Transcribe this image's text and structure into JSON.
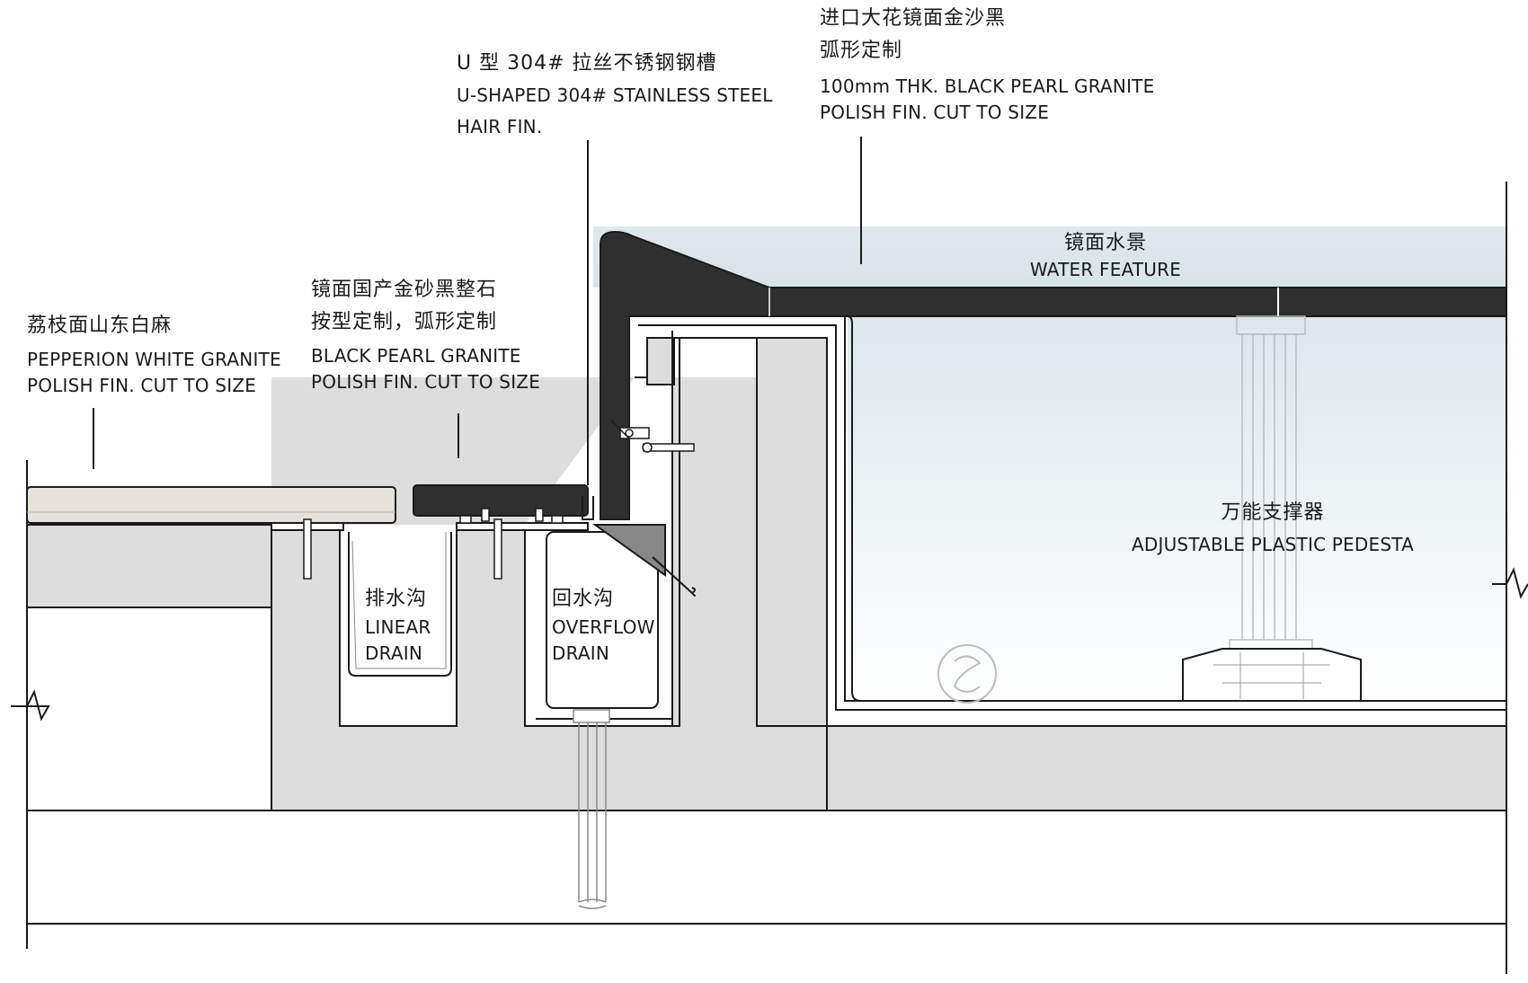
{
  "colors": {
    "line": "#1a1a1a",
    "concrete": "#dddddd",
    "granite_white": "#e7e2d9",
    "granite_black": "#2f2f2f",
    "water_top": "#dfe8ec",
    "water_bottom": "#ffffff"
  },
  "labels": {
    "white_granite": {
      "cn": "荔枝面山东白麻",
      "en1": "PEPPERION WHITE GRANITE",
      "en2": "POLISH FIN. CUT TO SIZE"
    },
    "black_granite": {
      "cn1": "镜面国产金砂黑整石",
      "cn2": "按型定制，弧形定制",
      "en1": "BLACK PEARL GRANITE",
      "en2": "POLISH FIN. CUT TO SIZE"
    },
    "steel_channel": {
      "cn": "U 型 304# 拉丝不锈钢钢槽",
      "en1": "U-SHAPED 304# STAINLESS STEEL",
      "en2": "HAIR FIN."
    },
    "imported_granite": {
      "cn1": "进口大花镜面金沙黑",
      "cn2": "弧形定制",
      "en1": "100mm THK. BLACK PEARL GRANITE",
      "en2": "POLISH FIN. CUT TO SIZE"
    },
    "water_feature": {
      "cn": "镜面水景",
      "en": "WATER FEATURE"
    },
    "pedestal": {
      "cn": "万能支撑器",
      "en": "ADJUSTABLE PLASTIC PEDESTA"
    },
    "linear_drain": {
      "cn": "排水沟",
      "en1": "LINEAR",
      "en2": "DRAIN"
    },
    "overflow_drain": {
      "cn": "回水沟",
      "en1": "OVERFLOW",
      "en2": "DRAIN"
    }
  }
}
